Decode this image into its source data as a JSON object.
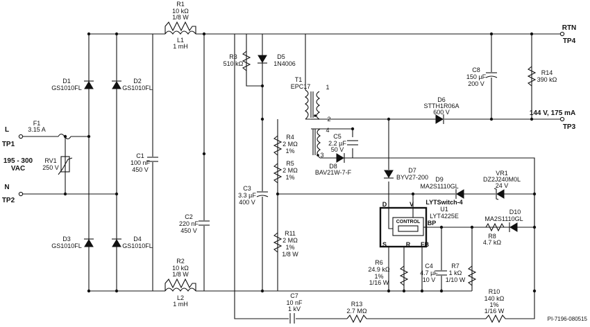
{
  "labels": {
    "r1": [
      "R1",
      "10 kΩ",
      "1/8 W"
    ],
    "l1": [
      "L1",
      "1 mH"
    ],
    "r2": [
      "R2",
      "10 kΩ",
      "1/8 W"
    ],
    "l2": [
      "L2",
      "1 mH"
    ],
    "d1": [
      "D1",
      "GS1010FL"
    ],
    "d2": [
      "D2",
      "GS1010FL"
    ],
    "d3": [
      "D3",
      "GS1010FL"
    ],
    "d4": [
      "D4",
      "GS1010FL"
    ],
    "f1": [
      "F1",
      "3.15 A"
    ],
    "rv1": [
      "RV1",
      "250 V"
    ],
    "vac": [
      "195 - 300",
      "VAC"
    ],
    "l_in": [
      "L",
      "TP1"
    ],
    "n_in": [
      "N",
      "TP2"
    ],
    "c1": [
      "C1",
      "100 nF",
      "450 V"
    ],
    "c2": [
      "C2",
      "220 nF",
      "450 V"
    ],
    "r3": [
      "R3",
      "510 kΩ"
    ],
    "d5": [
      "D5",
      "1N4006"
    ],
    "r4": [
      "R4",
      "2 MΩ",
      "1%"
    ],
    "r5": [
      "R5",
      "2 MΩ",
      "1%"
    ],
    "c3": [
      "C3",
      "3.3 µF",
      "400 V"
    ],
    "r11": [
      "R11",
      "2 MΩ",
      "1%",
      "1/8 W"
    ],
    "t1": [
      "T1",
      "EPC17"
    ],
    "pins": [
      "1",
      "2",
      "4",
      "3"
    ],
    "c5": [
      "C5",
      "2.2 µF",
      "50 V"
    ],
    "d8": [
      "D8",
      "BAV21W-7-F"
    ],
    "d7": [
      "D7",
      "BYV27-200"
    ],
    "d6": [
      "D6",
      "STTH1R06A",
      "600 V"
    ],
    "c8": [
      "C8",
      "150 µF",
      "200 V"
    ],
    "r14": [
      "R14",
      "390 kΩ"
    ],
    "rtn": [
      "RTN",
      "TP4"
    ],
    "out": [
      "144 V, 175 mA",
      "TP3"
    ],
    "d9": [
      "D9",
      "MA2S1110GL"
    ],
    "vr1": [
      "VR1",
      "DZ2J240M0L",
      "24 V"
    ],
    "u1": [
      "LYTSwitch-4",
      "U1",
      "LYT4225E"
    ],
    "control": "CONTROL",
    "upins": [
      "D",
      "V",
      "BP",
      "S",
      "R",
      "FB"
    ],
    "d10": [
      "D10",
      "MA2S1110GL"
    ],
    "r8": [
      "R8",
      "4.7 kΩ"
    ],
    "r6": [
      "R6",
      "24.9 kΩ",
      "1%",
      "1/16 W"
    ],
    "c4": [
      "C4",
      "4.7 µF",
      "10 V"
    ],
    "r7": [
      "R7",
      "1 kΩ",
      "1/10 W"
    ],
    "c7": [
      "C7",
      "10 nF",
      "1 kV"
    ],
    "r13": [
      "R13",
      "2.7 MΩ"
    ],
    "r10": [
      "R10",
      "140 kΩ",
      "1%",
      "1/16 W"
    ],
    "docid": "PI-7196-080515"
  }
}
